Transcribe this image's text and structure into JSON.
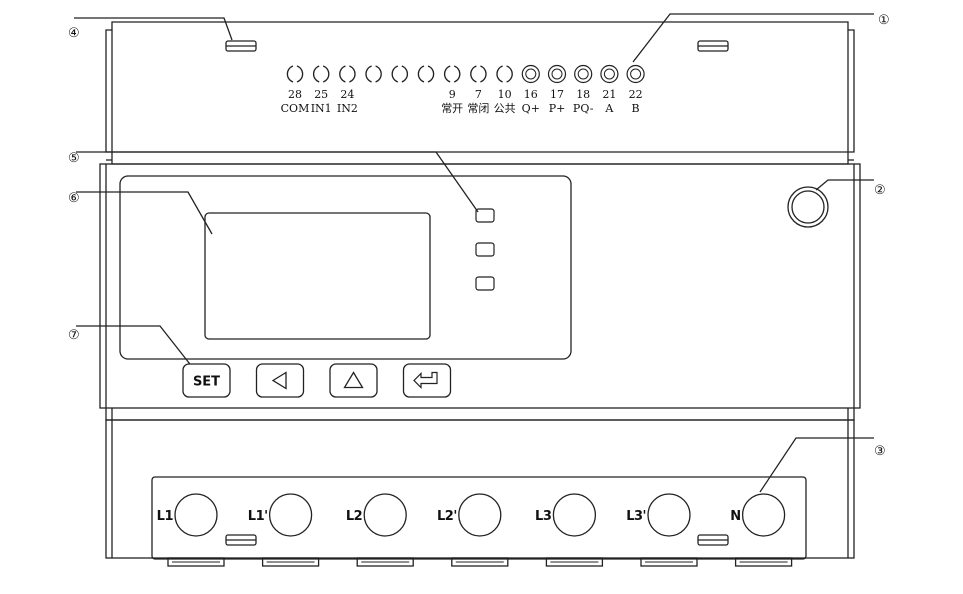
{
  "callouts": [
    "①",
    "②",
    "③",
    "④",
    "⑤",
    "⑥",
    "⑦"
  ],
  "top_terminals": [
    {
      "num": "28",
      "label": "COM",
      "style": "spring"
    },
    {
      "num": "25",
      "label": "IN1",
      "style": "spring"
    },
    {
      "num": "24",
      "label": "IN2",
      "style": "spring"
    },
    {
      "num": "",
      "label": "",
      "style": "spring"
    },
    {
      "num": "",
      "label": "",
      "style": "spring"
    },
    {
      "num": "",
      "label": "",
      "style": "spring"
    },
    {
      "num": "9",
      "label": "常开",
      "style": "spring"
    },
    {
      "num": "7",
      "label": "常闭",
      "style": "spring"
    },
    {
      "num": "10",
      "label": "公共",
      "style": "spring"
    },
    {
      "num": "16",
      "label": "Q+",
      "style": "ring"
    },
    {
      "num": "17",
      "label": "P+",
      "style": "ring"
    },
    {
      "num": "18",
      "label": "PQ-",
      "style": "ring"
    },
    {
      "num": "21",
      "label": "A",
      "style": "ring"
    },
    {
      "num": "22",
      "label": "B",
      "style": "ring"
    }
  ],
  "buttons": [
    {
      "name": "set-button",
      "label": "SET",
      "icon": ""
    },
    {
      "name": "left-button",
      "label": "",
      "icon": "left-triangle-icon"
    },
    {
      "name": "up-button",
      "label": "",
      "icon": "up-triangle-icon"
    },
    {
      "name": "enter-button",
      "label": "",
      "icon": "enter-arrow-icon"
    }
  ],
  "indicator_leds": 3,
  "phase_terminals": [
    "L1",
    "L1'",
    "L2",
    "L2'",
    "L3",
    "L3'",
    "N"
  ]
}
